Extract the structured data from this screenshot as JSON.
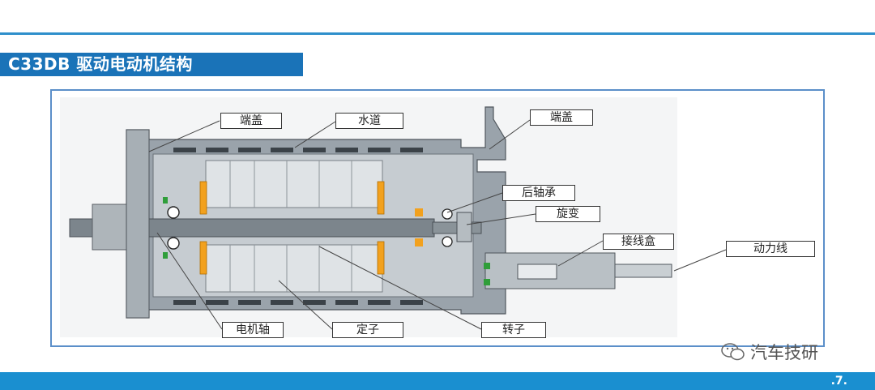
{
  "title": "C33DB 驱动电动机结构",
  "labels": {
    "end_cap_left": "端盖",
    "water_channel": "水道",
    "end_cap_right": "端盖",
    "rear_bearing": "后轴承",
    "resolver": "旋变",
    "junction_box": "接线盒",
    "power_cable": "动力线",
    "motor_shaft": "电机轴",
    "stator": "定子",
    "rotor": "转子"
  },
  "watermark": "汽车技研",
  "page_number": ".7."
}
